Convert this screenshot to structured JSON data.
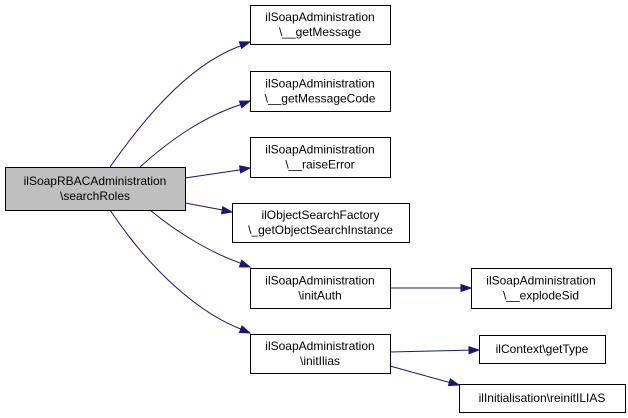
{
  "colors": {
    "node_fill": "#ffffff",
    "root_fill": "#bfbfbf",
    "node_border": "#000000",
    "edge": "#191970",
    "background": "#ffffff"
  },
  "nodes": [
    {
      "id": "root",
      "lines": [
        "ilSoapRBACAdministration",
        "\\searchRoles"
      ]
    },
    {
      "id": "getMessage",
      "lines": [
        "ilSoapAdministration",
        "\\__getMessage"
      ]
    },
    {
      "id": "getMessageCode",
      "lines": [
        "ilSoapAdministration",
        "\\__getMessageCode"
      ]
    },
    {
      "id": "raiseError",
      "lines": [
        "ilSoapAdministration",
        "\\__raiseError"
      ]
    },
    {
      "id": "getObjectSearchInstance",
      "lines": [
        "ilObjectSearchFactory",
        "\\_getObjectSearchInstance"
      ]
    },
    {
      "id": "initAuth",
      "lines": [
        "ilSoapAdministration",
        "\\initAuth"
      ]
    },
    {
      "id": "explodeSid",
      "lines": [
        "ilSoapAdministration",
        "\\__explodeSid"
      ]
    },
    {
      "id": "initIlias",
      "lines": [
        "ilSoapAdministration",
        "\\initIlias"
      ]
    },
    {
      "id": "getType",
      "lines": [
        "ilContext\\getType"
      ]
    },
    {
      "id": "reinitILIAS",
      "lines": [
        "ilInitialisation\\reinitILIAS"
      ]
    }
  ],
  "edges": [
    {
      "from": "root",
      "to": "getMessage"
    },
    {
      "from": "root",
      "to": "getMessageCode"
    },
    {
      "from": "root",
      "to": "raiseError"
    },
    {
      "from": "root",
      "to": "getObjectSearchInstance"
    },
    {
      "from": "root",
      "to": "initAuth"
    },
    {
      "from": "root",
      "to": "initIlias"
    },
    {
      "from": "initAuth",
      "to": "explodeSid"
    },
    {
      "from": "initIlias",
      "to": "getType"
    },
    {
      "from": "initIlias",
      "to": "reinitILIAS"
    }
  ]
}
